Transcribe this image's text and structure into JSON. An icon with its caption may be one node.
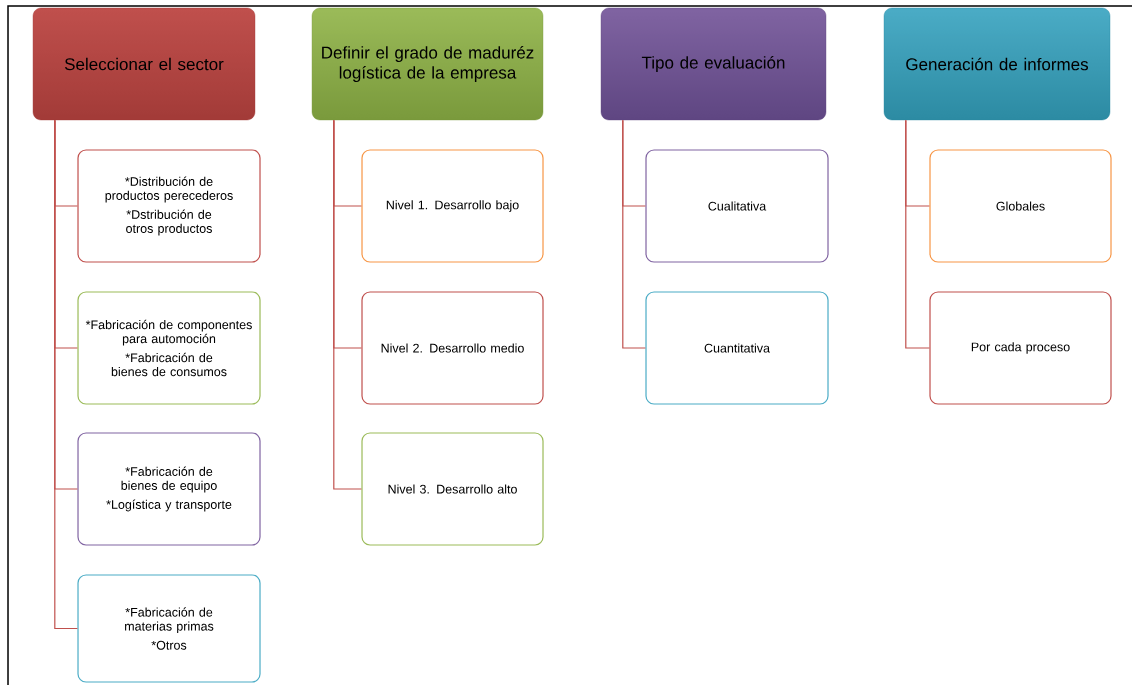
{
  "diagram": {
    "nodes": [
      {
        "text": [
          "Seleccionar el sector"
        ]
      },
      {
        "text": [
          "*Distribución de productos perecederos",
          "*Dstribución de otros productos"
        ]
      },
      {
        "text": [
          "*Fabricación de componentes para automoción",
          "*Fabricación de bienes de consumos"
        ]
      },
      {
        "text": [
          "*Fabricación de bienes de equipo",
          "*Logística y transporte"
        ]
      },
      {
        "text": [
          "*Fabricación de materias primas",
          "*Otros"
        ]
      },
      {
        "text": [
          "Definir el grado de maduréz logística de la empresa"
        ]
      },
      {
        "text": [
          "Nivel 1. Desarrollo bajo"
        ]
      },
      {
        "text": [
          "Nivel 2. Desarrollo medio"
        ]
      },
      {
        "text": [
          "Nivel 3. Desarrollo alto"
        ]
      },
      {
        "text": [
          "Tipo de evaluación"
        ]
      },
      {
        "text": [
          "Cualitativa"
        ]
      },
      {
        "text": [
          "Cuantitativa"
        ]
      },
      {
        "text": [
          "Generación de informes"
        ]
      },
      {
        "text": [
          "Globales"
        ]
      },
      {
        "text": [
          "Por cada proceso"
        ]
      }
    ],
    "edges": [
      {
        "from": 0,
        "to": 1,
        "arrow": "none"
      },
      {
        "from": 0,
        "to": 2,
        "arrow": "none"
      },
      {
        "from": 0,
        "to": 3,
        "arrow": "none"
      },
      {
        "from": 0,
        "to": 4,
        "arrow": "none"
      },
      {
        "from": 5,
        "to": 6,
        "arrow": "none"
      },
      {
        "from": 5,
        "to": 7,
        "arrow": "none"
      },
      {
        "from": 5,
        "to": 8,
        "arrow": "none"
      },
      {
        "from": 9,
        "to": 10,
        "arrow": "none"
      },
      {
        "from": 9,
        "to": 11,
        "arrow": "none"
      },
      {
        "from": 12,
        "to": 13,
        "arrow": "none"
      },
      {
        "from": 12,
        "to": 14,
        "arrow": "none"
      }
    ]
  }
}
